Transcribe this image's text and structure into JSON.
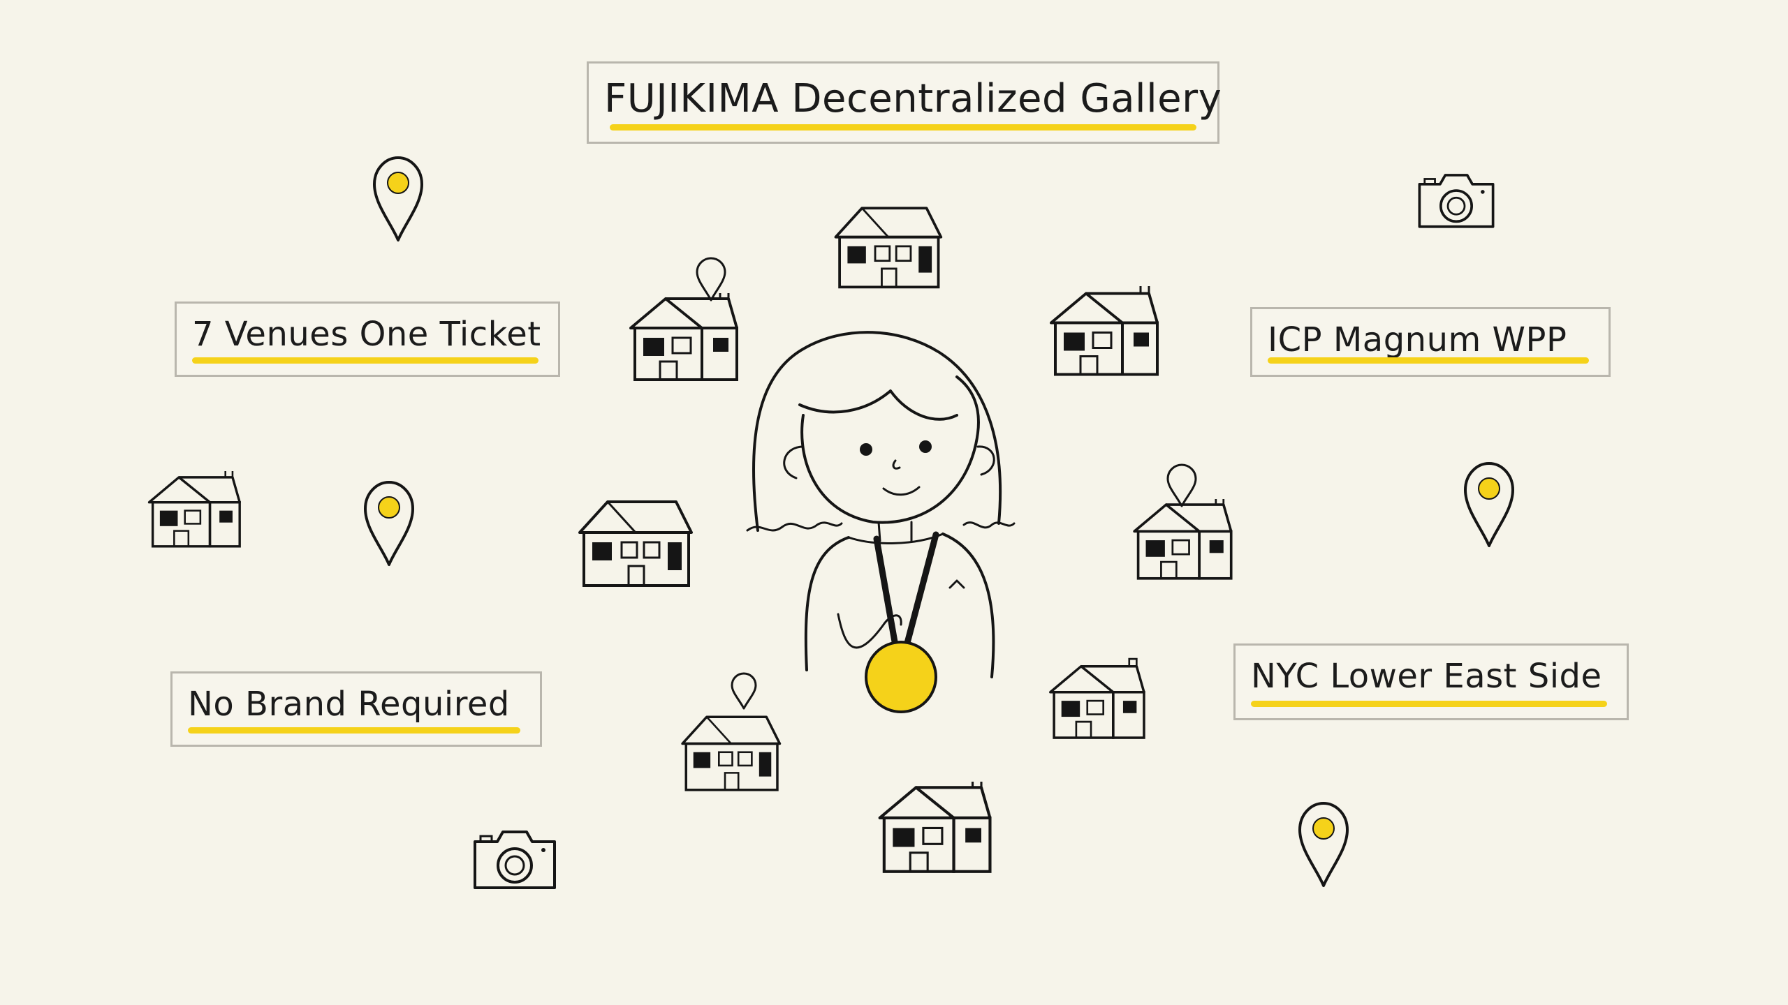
{
  "title": "FUJIKIMA Decentralized Gallery",
  "labels": {
    "venues": "7 Venues One Ticket",
    "brand": "No Brand Required",
    "partners": "ICP Magnum WPP",
    "location": "NYC Lower East Side"
  },
  "colors": {
    "accent": "#f5d21a",
    "ink": "#151515",
    "box_border": "#b9b6ad",
    "paper": "#f6f4ea"
  },
  "icons": [
    "map-pin-icon",
    "camera-icon",
    "house-icon",
    "girl-with-medal-illustration",
    "gold-medal-icon"
  ]
}
